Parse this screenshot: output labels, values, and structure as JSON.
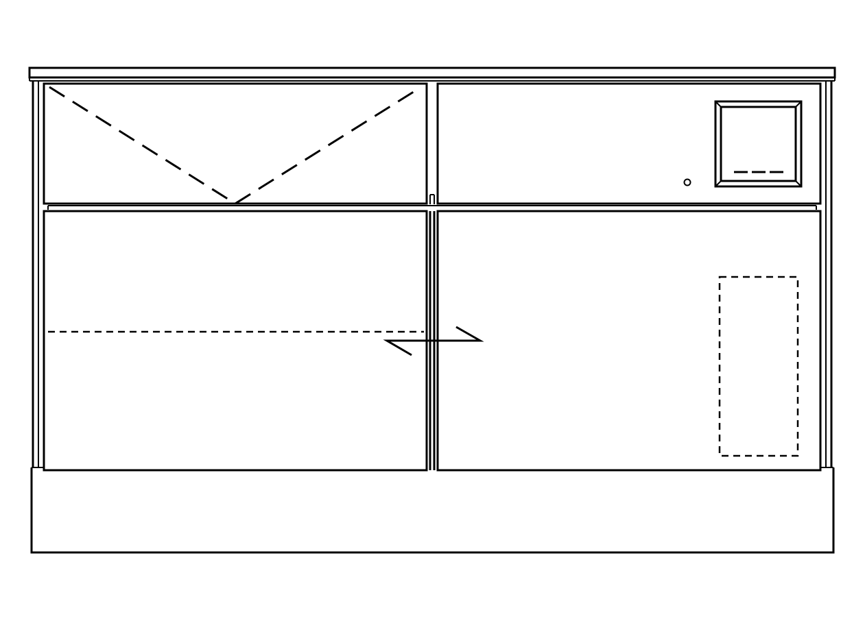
{
  "drawing": {
    "type": "cabinet-front-elevation",
    "components": [
      "countertop",
      "drawer-top-left",
      "drawer-top-right",
      "door-bottom-left",
      "door-bottom-right",
      "plinth"
    ],
    "symbols": {
      "top_left_panel": "hinged-opening-marker",
      "bottom_doors": "sliding-doors-arrow",
      "top_right_panel": "display-panel-with-indicator",
      "bottom_right_panel": "concealed-element-outline"
    },
    "line_color": "#000000",
    "background_color": "#ffffff"
  }
}
